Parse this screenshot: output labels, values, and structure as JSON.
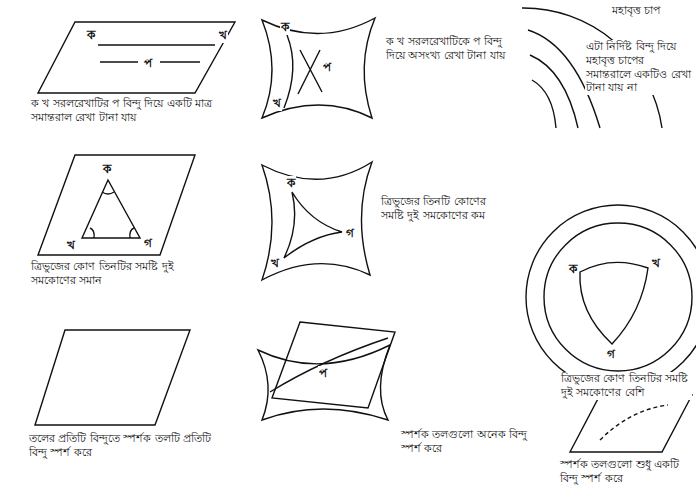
{
  "diagram": {
    "labels": [
      "ক",
      "খ",
      "প",
      "ক খ সরলরেখাটির প বিন্দু দিয়ে একটি মাত্র সমান্তরাল রেখা টানা যায়",
      "ক",
      "খ",
      "প",
      "ক খ সরলরেখাটিকে প বিন্দু দিয়ে অসংখ্য রেখা টানা যায়",
      "মহাবৃত্ত চাপ",
      "এটা নির্দিষ্ট বিন্দু দিয়ে মহাবৃত্ত চাপের সমান্তরালে একটিও রেখা টানা যায় না",
      "ক",
      "খ",
      "গ",
      "ত্রিভুজের কোণ তিনটির সমষ্টি দুই সমকোণের সমান",
      "ক",
      "খ",
      "গ",
      "ত্রিভুজের তিনটি কোণের সমষ্টি দুই সমকোণের কম",
      "ক",
      "খ",
      "গ",
      "ত্রিভুজের কোণ তিনটির সমষ্টি দুই সমকোণের বেশি",
      "তলের প্রতিটি বিন্দুতে স্পর্শক তলটি প্রতিটি বিন্দু স্পর্শ করে",
      "প",
      "স্পর্শক তলগুলো অনেক বিন্দু স্পর্শ করে",
      "স্পর্শক তলগুলো শুধু একটি বিন্দু স্পর্শ করে"
    ]
  }
}
